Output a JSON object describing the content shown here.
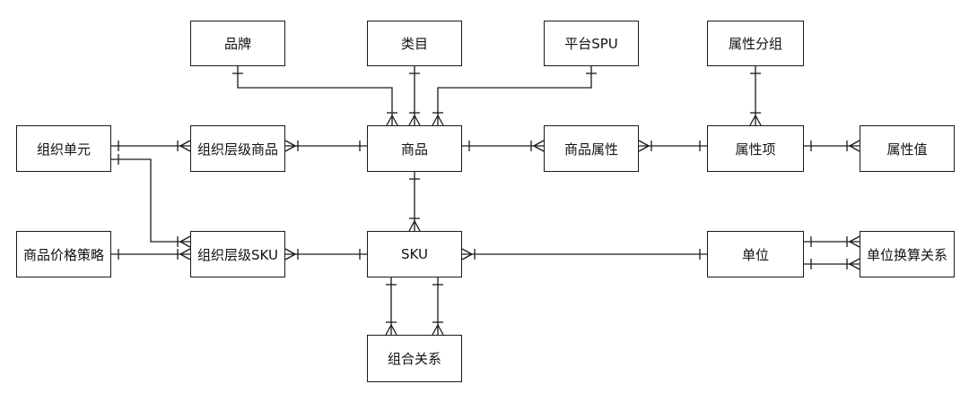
{
  "diagram": {
    "entities": {
      "brand": "品牌",
      "category": "类目",
      "platform_spu": "平台SPU",
      "attr_group": "属性分组",
      "org_unit": "组织单元",
      "org_goods": "组织层级商品",
      "goods": "商品",
      "goods_attr": "商品属性",
      "attr_item": "属性项",
      "attr_value": "属性值",
      "price_policy": "商品价格策略",
      "org_sku": "组织层级SKU",
      "sku": "SKU",
      "unit": "单位",
      "unit_conversion": "单位换算关系",
      "combo": "组合关系"
    },
    "relations": [
      {
        "from": "brand",
        "to": "goods",
        "from_end": "one",
        "to_end": "many"
      },
      {
        "from": "category",
        "to": "goods",
        "from_end": "one",
        "to_end": "many"
      },
      {
        "from": "platform_spu",
        "to": "goods",
        "from_end": "one",
        "to_end": "many"
      },
      {
        "from": "org_unit",
        "to": "org_goods",
        "from_end": "one",
        "to_end": "many"
      },
      {
        "from": "org_goods",
        "to": "goods",
        "from_end": "many",
        "to_end": "one"
      },
      {
        "from": "goods",
        "to": "goods_attr",
        "from_end": "one",
        "to_end": "many"
      },
      {
        "from": "goods_attr",
        "to": "attr_item",
        "from_end": "many",
        "to_end": "one"
      },
      {
        "from": "attr_group",
        "to": "attr_item",
        "from_end": "one",
        "to_end": "many"
      },
      {
        "from": "attr_item",
        "to": "attr_value",
        "from_end": "one",
        "to_end": "many"
      },
      {
        "from": "goods",
        "to": "sku",
        "from_end": "one",
        "to_end": "many"
      },
      {
        "from": "org_unit",
        "to": "org_sku",
        "from_end": "one",
        "to_end": "many"
      },
      {
        "from": "price_policy",
        "to": "org_sku",
        "from_end": "one",
        "to_end": "many"
      },
      {
        "from": "org_sku",
        "to": "sku",
        "from_end": "many",
        "to_end": "one"
      },
      {
        "from": "sku",
        "to": "unit",
        "from_end": "many",
        "to_end": "one"
      },
      {
        "from": "unit",
        "to": "unit_conversion",
        "from_end": "one",
        "to_end": "many"
      },
      {
        "from": "unit",
        "to": "unit_conversion",
        "from_end": "one",
        "to_end": "many"
      },
      {
        "from": "sku",
        "to": "combo",
        "from_end": "one",
        "to_end": "many"
      },
      {
        "from": "sku",
        "to": "combo",
        "from_end": "one",
        "to_end": "many"
      }
    ]
  }
}
